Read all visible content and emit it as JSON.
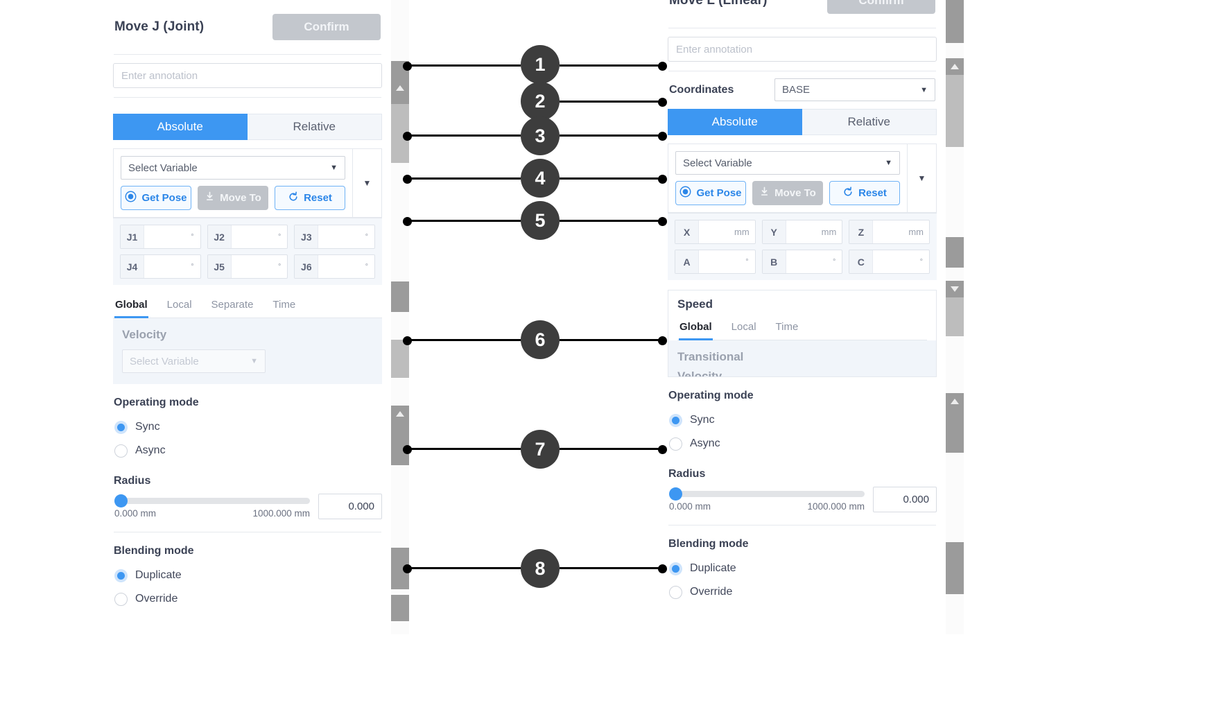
{
  "left_panel": {
    "title": "Move J (Joint)",
    "confirm_label": "Confirm",
    "annotation_placeholder": "Enter annotation",
    "annotation_value": "",
    "mode_toggle": {
      "absolute": "Absolute",
      "relative": "Relative",
      "selected": "Absolute"
    },
    "variable_select": "Select Variable",
    "pose_buttons": {
      "get_pose": "Get Pose",
      "move_to": "Move To",
      "reset": "Reset"
    },
    "joint_fields": [
      {
        "key": "J1",
        "value": "",
        "unit": "°"
      },
      {
        "key": "J2",
        "value": "",
        "unit": "°"
      },
      {
        "key": "J3",
        "value": "",
        "unit": "°"
      },
      {
        "key": "J4",
        "value": "",
        "unit": "°"
      },
      {
        "key": "J5",
        "value": "",
        "unit": "°"
      },
      {
        "key": "J6",
        "value": "",
        "unit": "°"
      }
    ],
    "speed_tabs": [
      "Global",
      "Local",
      "Separate",
      "Time"
    ],
    "speed_tab_selected": "Global",
    "velocity_label": "Velocity",
    "velocity_select": "Select Variable",
    "operating_mode": {
      "heading": "Operating mode",
      "options": [
        "Sync",
        "Async"
      ],
      "selected": "Sync"
    },
    "radius": {
      "heading": "Radius",
      "min_label": "0.000 mm",
      "max_label": "1000.000 mm",
      "value": "0.000"
    },
    "blending_mode": {
      "heading": "Blending mode",
      "options": [
        "Duplicate",
        "Override"
      ],
      "selected": "Duplicate"
    }
  },
  "right_panel": {
    "title": "Move L (Linear)",
    "confirm_label": "Confirm",
    "annotation_placeholder": "Enter annotation",
    "annotation_value": "",
    "coordinates": {
      "label": "Coordinates",
      "value": "BASE"
    },
    "mode_toggle": {
      "absolute": "Absolute",
      "relative": "Relative",
      "selected": "Absolute"
    },
    "variable_select": "Select Variable",
    "pose_buttons": {
      "get_pose": "Get Pose",
      "move_to": "Move To",
      "reset": "Reset"
    },
    "pose_fields": [
      {
        "key": "X",
        "value": "",
        "unit": "mm"
      },
      {
        "key": "Y",
        "value": "",
        "unit": "mm"
      },
      {
        "key": "Z",
        "value": "",
        "unit": "mm"
      },
      {
        "key": "A",
        "value": "",
        "unit": "°"
      },
      {
        "key": "B",
        "value": "",
        "unit": "°"
      },
      {
        "key": "C",
        "value": "",
        "unit": "°"
      }
    ],
    "speed": {
      "heading": "Speed",
      "tabs": [
        "Global",
        "Local",
        "Time"
      ],
      "tab_selected": "Global",
      "transitional_label": "Transitional",
      "velocity_label": "Velocity"
    },
    "operating_mode": {
      "heading": "Operating mode",
      "options": [
        "Sync",
        "Async"
      ],
      "selected": "Sync"
    },
    "radius": {
      "heading": "Radius",
      "min_label": "0.000 mm",
      "max_label": "1000.000 mm",
      "value": "0.000"
    },
    "blending_mode": {
      "heading": "Blending mode",
      "options": [
        "Duplicate",
        "Override"
      ],
      "selected": "Duplicate"
    }
  },
  "callouts": [
    {
      "number": "1"
    },
    {
      "number": "2"
    },
    {
      "number": "3"
    },
    {
      "number": "4"
    },
    {
      "number": "5"
    },
    {
      "number": "6"
    },
    {
      "number": "7"
    },
    {
      "number": "8"
    }
  ],
  "icons": {
    "caret_down": "▼",
    "get_pose": "target-icon",
    "move_to": "download-icon",
    "reset": "refresh-icon"
  },
  "colors": {
    "accent": "#3d97f2",
    "callout": "#3d3d3d",
    "disabled": "#c3c7cd",
    "panel_bg": "#ffffff"
  }
}
